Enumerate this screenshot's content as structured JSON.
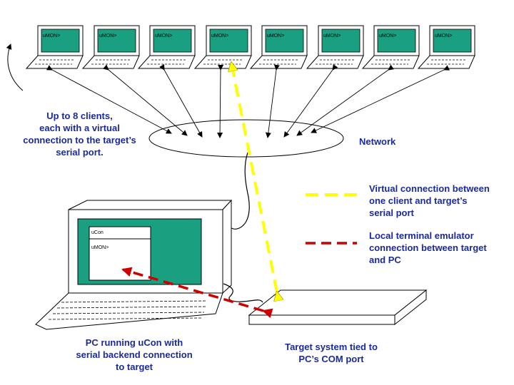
{
  "client_prompt": "uMON>",
  "ucon_title": "uCon",
  "ucon_prompt": "uMON>",
  "clients_label": "Up to 8 clients,\neach with a virtual\nconnection to the target’s\nserial port.",
  "network_label": "Network",
  "legend": {
    "virtual": "Virtual connection between\none client and target’s\nserial port",
    "local": "Local terminal emulator\nconnection between target\nand PC"
  },
  "pc_label": "PC running uCon with\nserial backend connection\nto target",
  "target_label": "Target system tied to\nPC’s COM port",
  "colors": {
    "screen": "#1aa080",
    "text": "#1a2a9c",
    "virtual_line": "#ffff00",
    "local_line": "#cc0000"
  }
}
